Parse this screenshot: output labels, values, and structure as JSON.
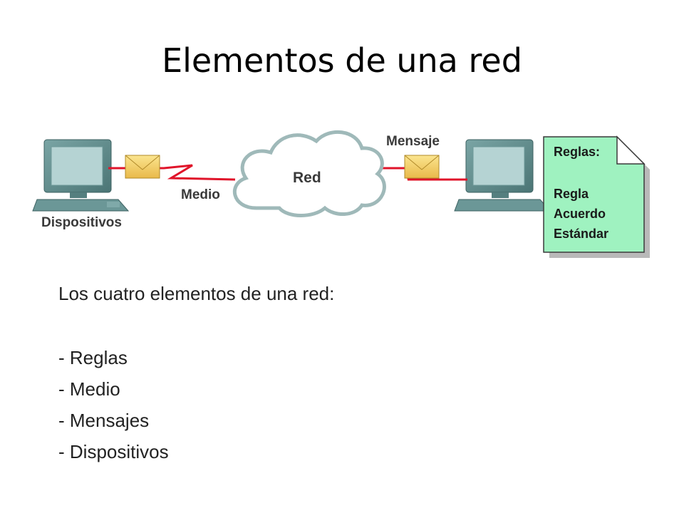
{
  "title": "Elementos de una red",
  "diagram": {
    "label_dispositivos": "Dispositivos",
    "label_medio": "Medio",
    "label_red": "Red",
    "label_mensaje": "Mensaje",
    "rules_panel": {
      "heading": "Reglas:",
      "items": [
        "Regla",
        "Acuerdo",
        "Estándar"
      ]
    },
    "colors": {
      "computer": "#5f8c8c",
      "screen": "#b5d3d3",
      "link": "#e0142a",
      "cloud_border": "#9fb9b9",
      "envelope": "#f3cf65",
      "panel": "#9ff2c0"
    }
  },
  "content": {
    "heading": "Los cuatro elementos de una red:",
    "items": [
      "Reglas",
      "Medio",
      "Mensajes",
      "Dispositivos"
    ]
  }
}
